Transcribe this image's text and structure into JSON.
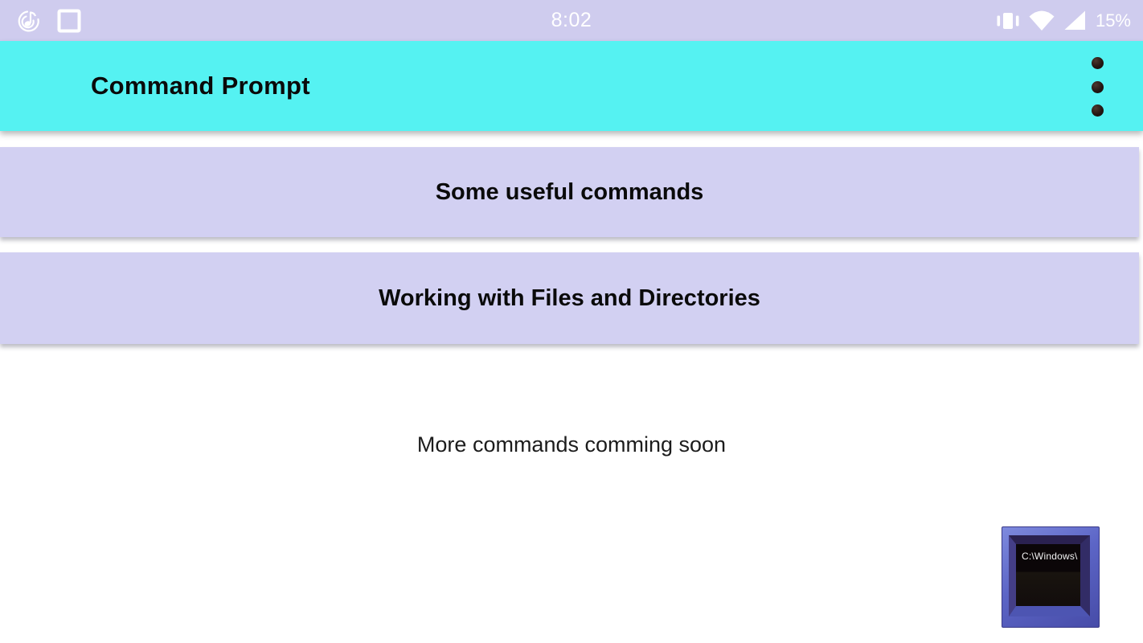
{
  "colors": {
    "status_bar_bg": "#cfccee",
    "app_bar_bg": "#55f2f2",
    "card_bg": "#d2d0f2",
    "text_dark": "#0a0a0a",
    "logo_frame_blue": "#5c65c6",
    "logo_screen_black": "#0b0608"
  },
  "status_bar": {
    "time": "8:02",
    "battery_percent": "15%",
    "left_icons": [
      "music-note-icon",
      "screenshot-frame-icon"
    ],
    "right_icons": [
      "vibrate-icon",
      "wifi-icon",
      "cellular-signal-icon"
    ]
  },
  "app_bar": {
    "title": "Command Prompt",
    "overflow_menu": "more-options"
  },
  "buttons": [
    {
      "label": "Some useful commands"
    },
    {
      "label": "Working with Files and Directories"
    }
  ],
  "note": "More commands comming soon",
  "app_icon": {
    "screen_text": "C:\\Windows\\"
  }
}
